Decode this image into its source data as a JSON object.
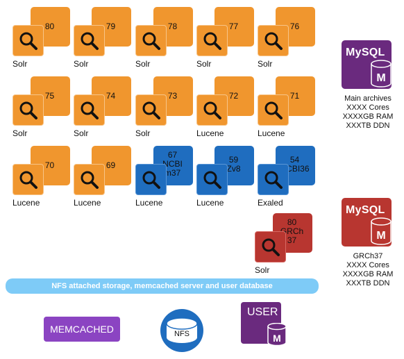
{
  "tiles": [
    {
      "label": "Solr",
      "back_text": "80",
      "color": "orange"
    },
    {
      "label": "Solr",
      "back_text": "79",
      "color": "orange"
    },
    {
      "label": "Solr",
      "back_text": "78",
      "color": "orange"
    },
    {
      "label": "Solr",
      "back_text": "77",
      "color": "orange"
    },
    {
      "label": "Solr",
      "back_text": "76",
      "color": "orange"
    },
    {
      "label": "Solr",
      "back_text": "75",
      "color": "orange"
    },
    {
      "label": "Solr",
      "back_text": "74",
      "color": "orange"
    },
    {
      "label": "Solr",
      "back_text": "73",
      "color": "orange"
    },
    {
      "label": "Lucene",
      "back_text": "72",
      "color": "orange"
    },
    {
      "label": "Lucene",
      "back_text": "71",
      "color": "orange"
    },
    {
      "label": "Lucene",
      "back_text": "70",
      "color": "orange"
    },
    {
      "label": "Lucene",
      "back_text": "69",
      "color": "orange"
    },
    {
      "label": "Lucene",
      "back_text": "67\nNCBI\nm37",
      "color": "blue"
    },
    {
      "label": "Lucene",
      "back_text": "59\nZv8",
      "color": "blue"
    },
    {
      "label": "Exaled",
      "back_text": "54\nNCBI36",
      "color": "blue"
    },
    {
      "label": "Solr",
      "back_text": "80\nGRCh\n37",
      "color": "red"
    }
  ],
  "databases": [
    {
      "title": "MySQL",
      "color": "#6a2a7e",
      "lines": [
        "Main archives",
        "XXXX Cores",
        "XXXXGB RAM",
        "XXXTB DDN"
      ]
    },
    {
      "title": "MySQL",
      "color": "#b83630",
      "lines": [
        "GRCh37",
        "XXXX Cores",
        "XXXXGB RAM",
        "XXXTB DDN"
      ]
    }
  ],
  "storage_bar": "NFS attached storage, memcached server and user database",
  "memcached_label": "MEMCACHED",
  "nfs_label": "NFS",
  "user_db_label": "USER",
  "db_icon_letter": "M",
  "icons": {
    "tile": "search-icon",
    "database": "database-icon",
    "nfs": "nfs-disk-icon"
  },
  "colors": {
    "orange": "#f0962e",
    "blue": "#1f6dbf",
    "red": "#b83630",
    "purple": "#6a2a7e",
    "memcached": "#8b44c2",
    "storage_bar": "#7ecbf7"
  }
}
